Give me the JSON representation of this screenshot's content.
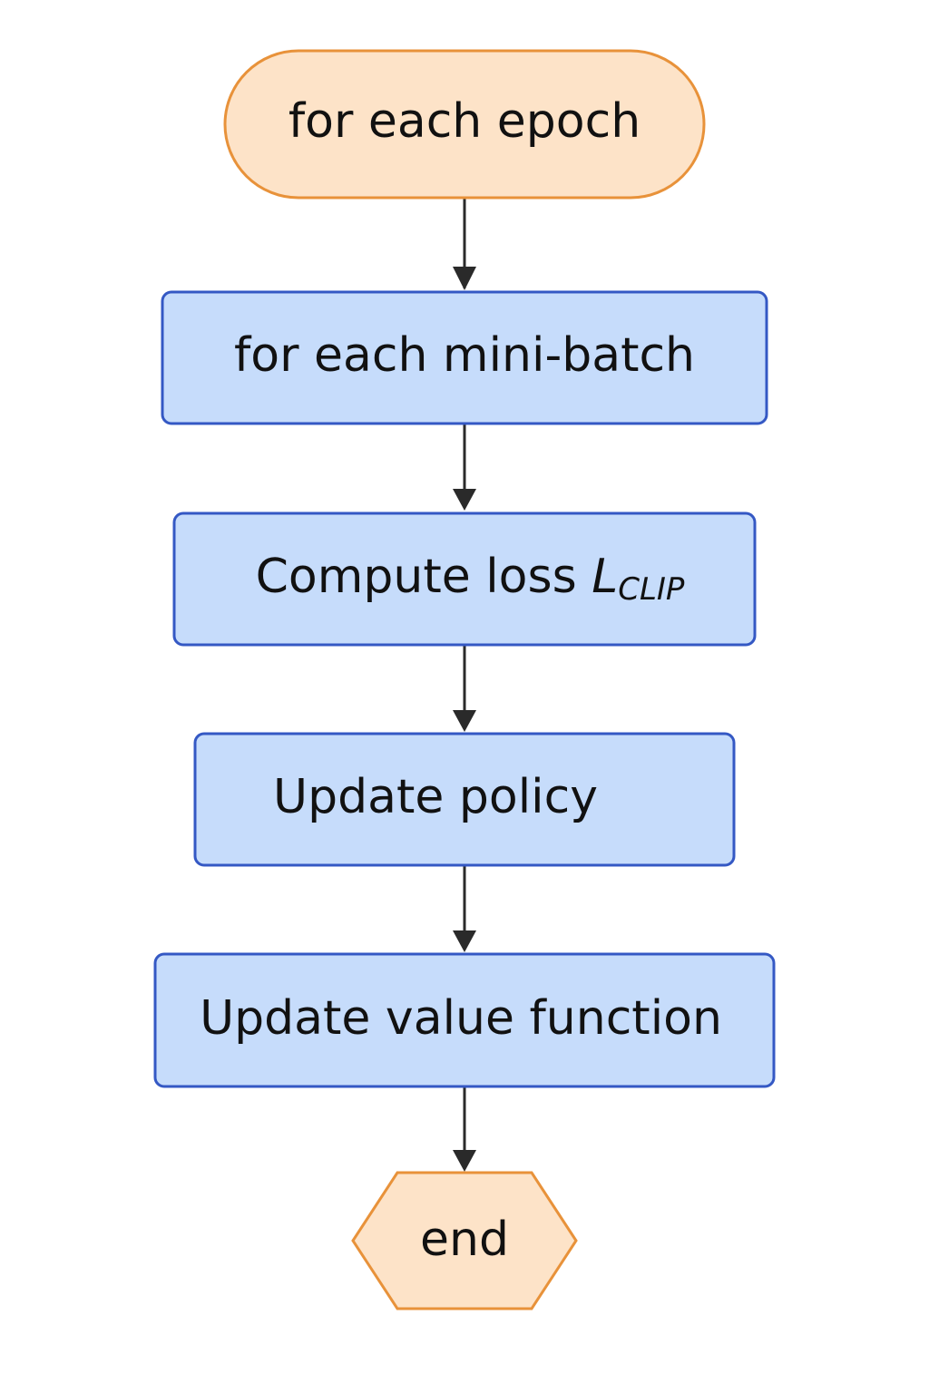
{
  "diagram": {
    "nodes": [
      {
        "id": "start",
        "shape": "terminator",
        "label": "for each epoch"
      },
      {
        "id": "minibatch",
        "shape": "process",
        "label": "for each mini-batch"
      },
      {
        "id": "loss",
        "shape": "process",
        "label": "Compute loss ",
        "math_main": "L",
        "math_sub": "CLIP"
      },
      {
        "id": "policy",
        "shape": "process",
        "label": "Update policy"
      },
      {
        "id": "value",
        "shape": "process",
        "label": "Update value function"
      },
      {
        "id": "end",
        "shape": "hexagon",
        "label": "end"
      }
    ],
    "edges": [
      {
        "from": "start",
        "to": "minibatch"
      },
      {
        "from": "minibatch",
        "to": "loss"
      },
      {
        "from": "loss",
        "to": "policy"
      },
      {
        "from": "policy",
        "to": "value"
      },
      {
        "from": "value",
        "to": "end"
      }
    ],
    "colors": {
      "terminal_fill": "#fde3c8",
      "terminal_stroke": "#e8923a",
      "process_fill": "#c6dcfb",
      "process_stroke": "#3458c4",
      "arrow": "#2a2a2a"
    }
  }
}
